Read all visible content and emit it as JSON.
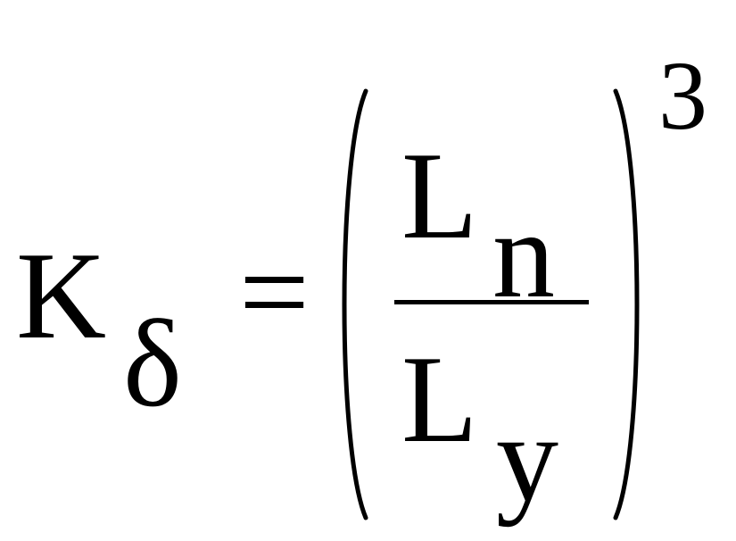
{
  "formula": {
    "lhs_symbol": "K",
    "lhs_subscript": "δ",
    "equals": "=",
    "numerator_symbol": "L",
    "numerator_subscript": "n",
    "denominator_symbol": "L",
    "denominator_subscript": "y",
    "exponent": "3"
  }
}
